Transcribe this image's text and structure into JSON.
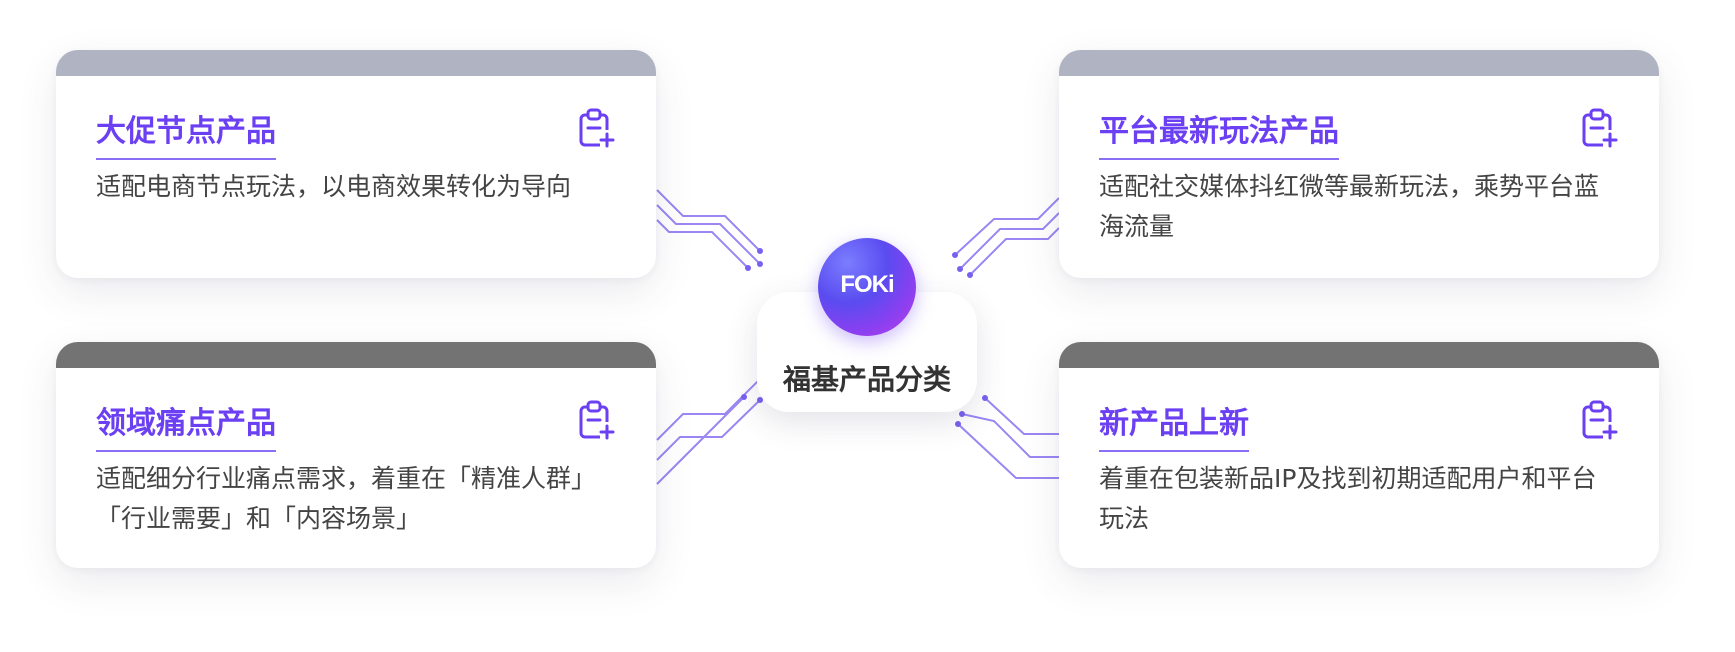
{
  "center": {
    "label": "福基产品分类",
    "logo_text": "FOKi"
  },
  "cards": {
    "top_left": {
      "title": "大促节点产品",
      "desc": "适配电商节点玩法，以电商效果转化为导向",
      "icon": "clipboard-add-icon"
    },
    "top_right": {
      "title": "平台最新玩法产品",
      "desc": "适配社交媒体抖红微等最新玩法，乘势平台蓝海流量",
      "icon": "clipboard-add-icon"
    },
    "bottom_left": {
      "title": "领域痛点产品",
      "desc": "适配细分行业痛点需求，着重在「精准人群」「行业需要」和「内容场景」",
      "icon": "clipboard-add-icon"
    },
    "bottom_right": {
      "title": "新产品上新",
      "desc": "着重在包装新品IP及找到初期适配用户和平台玩法",
      "icon": "clipboard-add-icon"
    }
  },
  "colors": {
    "accent": "#6b3ff2",
    "bar_grey": "#b0b3c2",
    "bar_dark": "#737373",
    "line": "#7a60f0"
  }
}
